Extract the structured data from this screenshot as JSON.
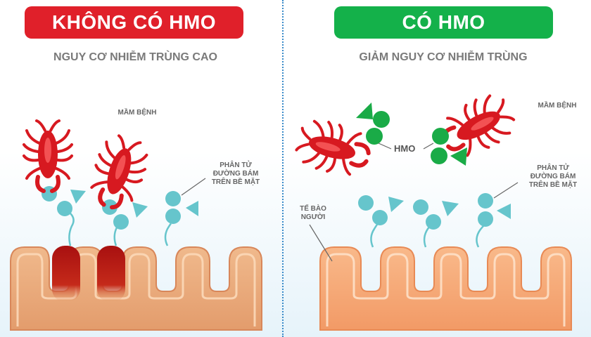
{
  "left": {
    "title": "KHÔNG CÓ HMO",
    "subtitle": "NGUY CƠ NHIỄM TRÙNG CAO",
    "pathogen_label": "MẦM BỆNH",
    "receptor_label_lines": [
      "PHÂN TỬ",
      "ĐƯỜNG BÁM",
      "TRÊN BỀ MẶT"
    ]
  },
  "right": {
    "title": "CÓ HMO",
    "subtitle": "GIẢM NGUY CƠ NHIỄM TRÙNG",
    "pathogen_label": "MẦM BỆNH",
    "hmo_label": "HMO",
    "receptor_label_lines": [
      "PHÂN TỬ",
      "ĐƯỜNG BÁM",
      "TRÊN BỀ MẶT"
    ],
    "cell_label_lines": [
      "TẾ BÀO",
      "NGƯỜI"
    ]
  },
  "colors": {
    "red_badge": "#e0202a",
    "green_badge": "#14b14a",
    "pathogen": "#d71920",
    "receptor": "#66c5cc",
    "hmo": "#1aab47",
    "tissue": "#e8a878",
    "tissue_right": "#f5a87a",
    "infection": "#b01818",
    "divider": "#3a8bc9"
  }
}
